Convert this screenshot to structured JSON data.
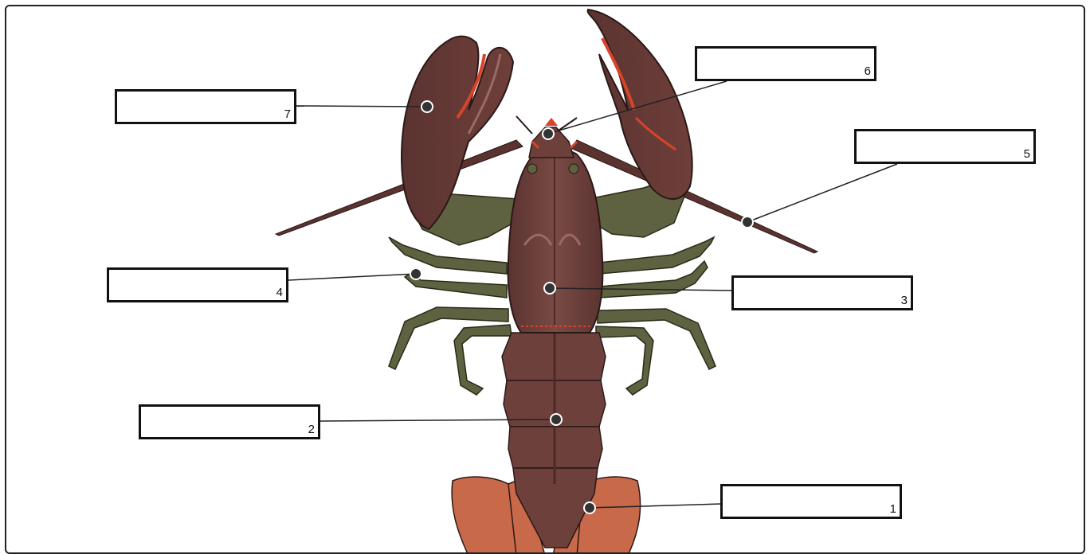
{
  "labels": [
    {
      "id": "1",
      "number": "1",
      "text": ""
    },
    {
      "id": "2",
      "number": "2",
      "text": ""
    },
    {
      "id": "3",
      "number": "3",
      "text": ""
    },
    {
      "id": "4",
      "number": "4",
      "text": ""
    },
    {
      "id": "5",
      "number": "5",
      "text": ""
    },
    {
      "id": "6",
      "number": "6",
      "text": ""
    },
    {
      "id": "7",
      "number": "7",
      "text": ""
    }
  ],
  "colors": {
    "shell_dark": "#5a3330",
    "shell_mid": "#6e403b",
    "shell_light": "#9a6a64",
    "legs": "#5f6240",
    "tail_fan": "#c86a4a",
    "accent_red": "#d9432a",
    "leader_line": "#222222",
    "marker": "#333333"
  }
}
